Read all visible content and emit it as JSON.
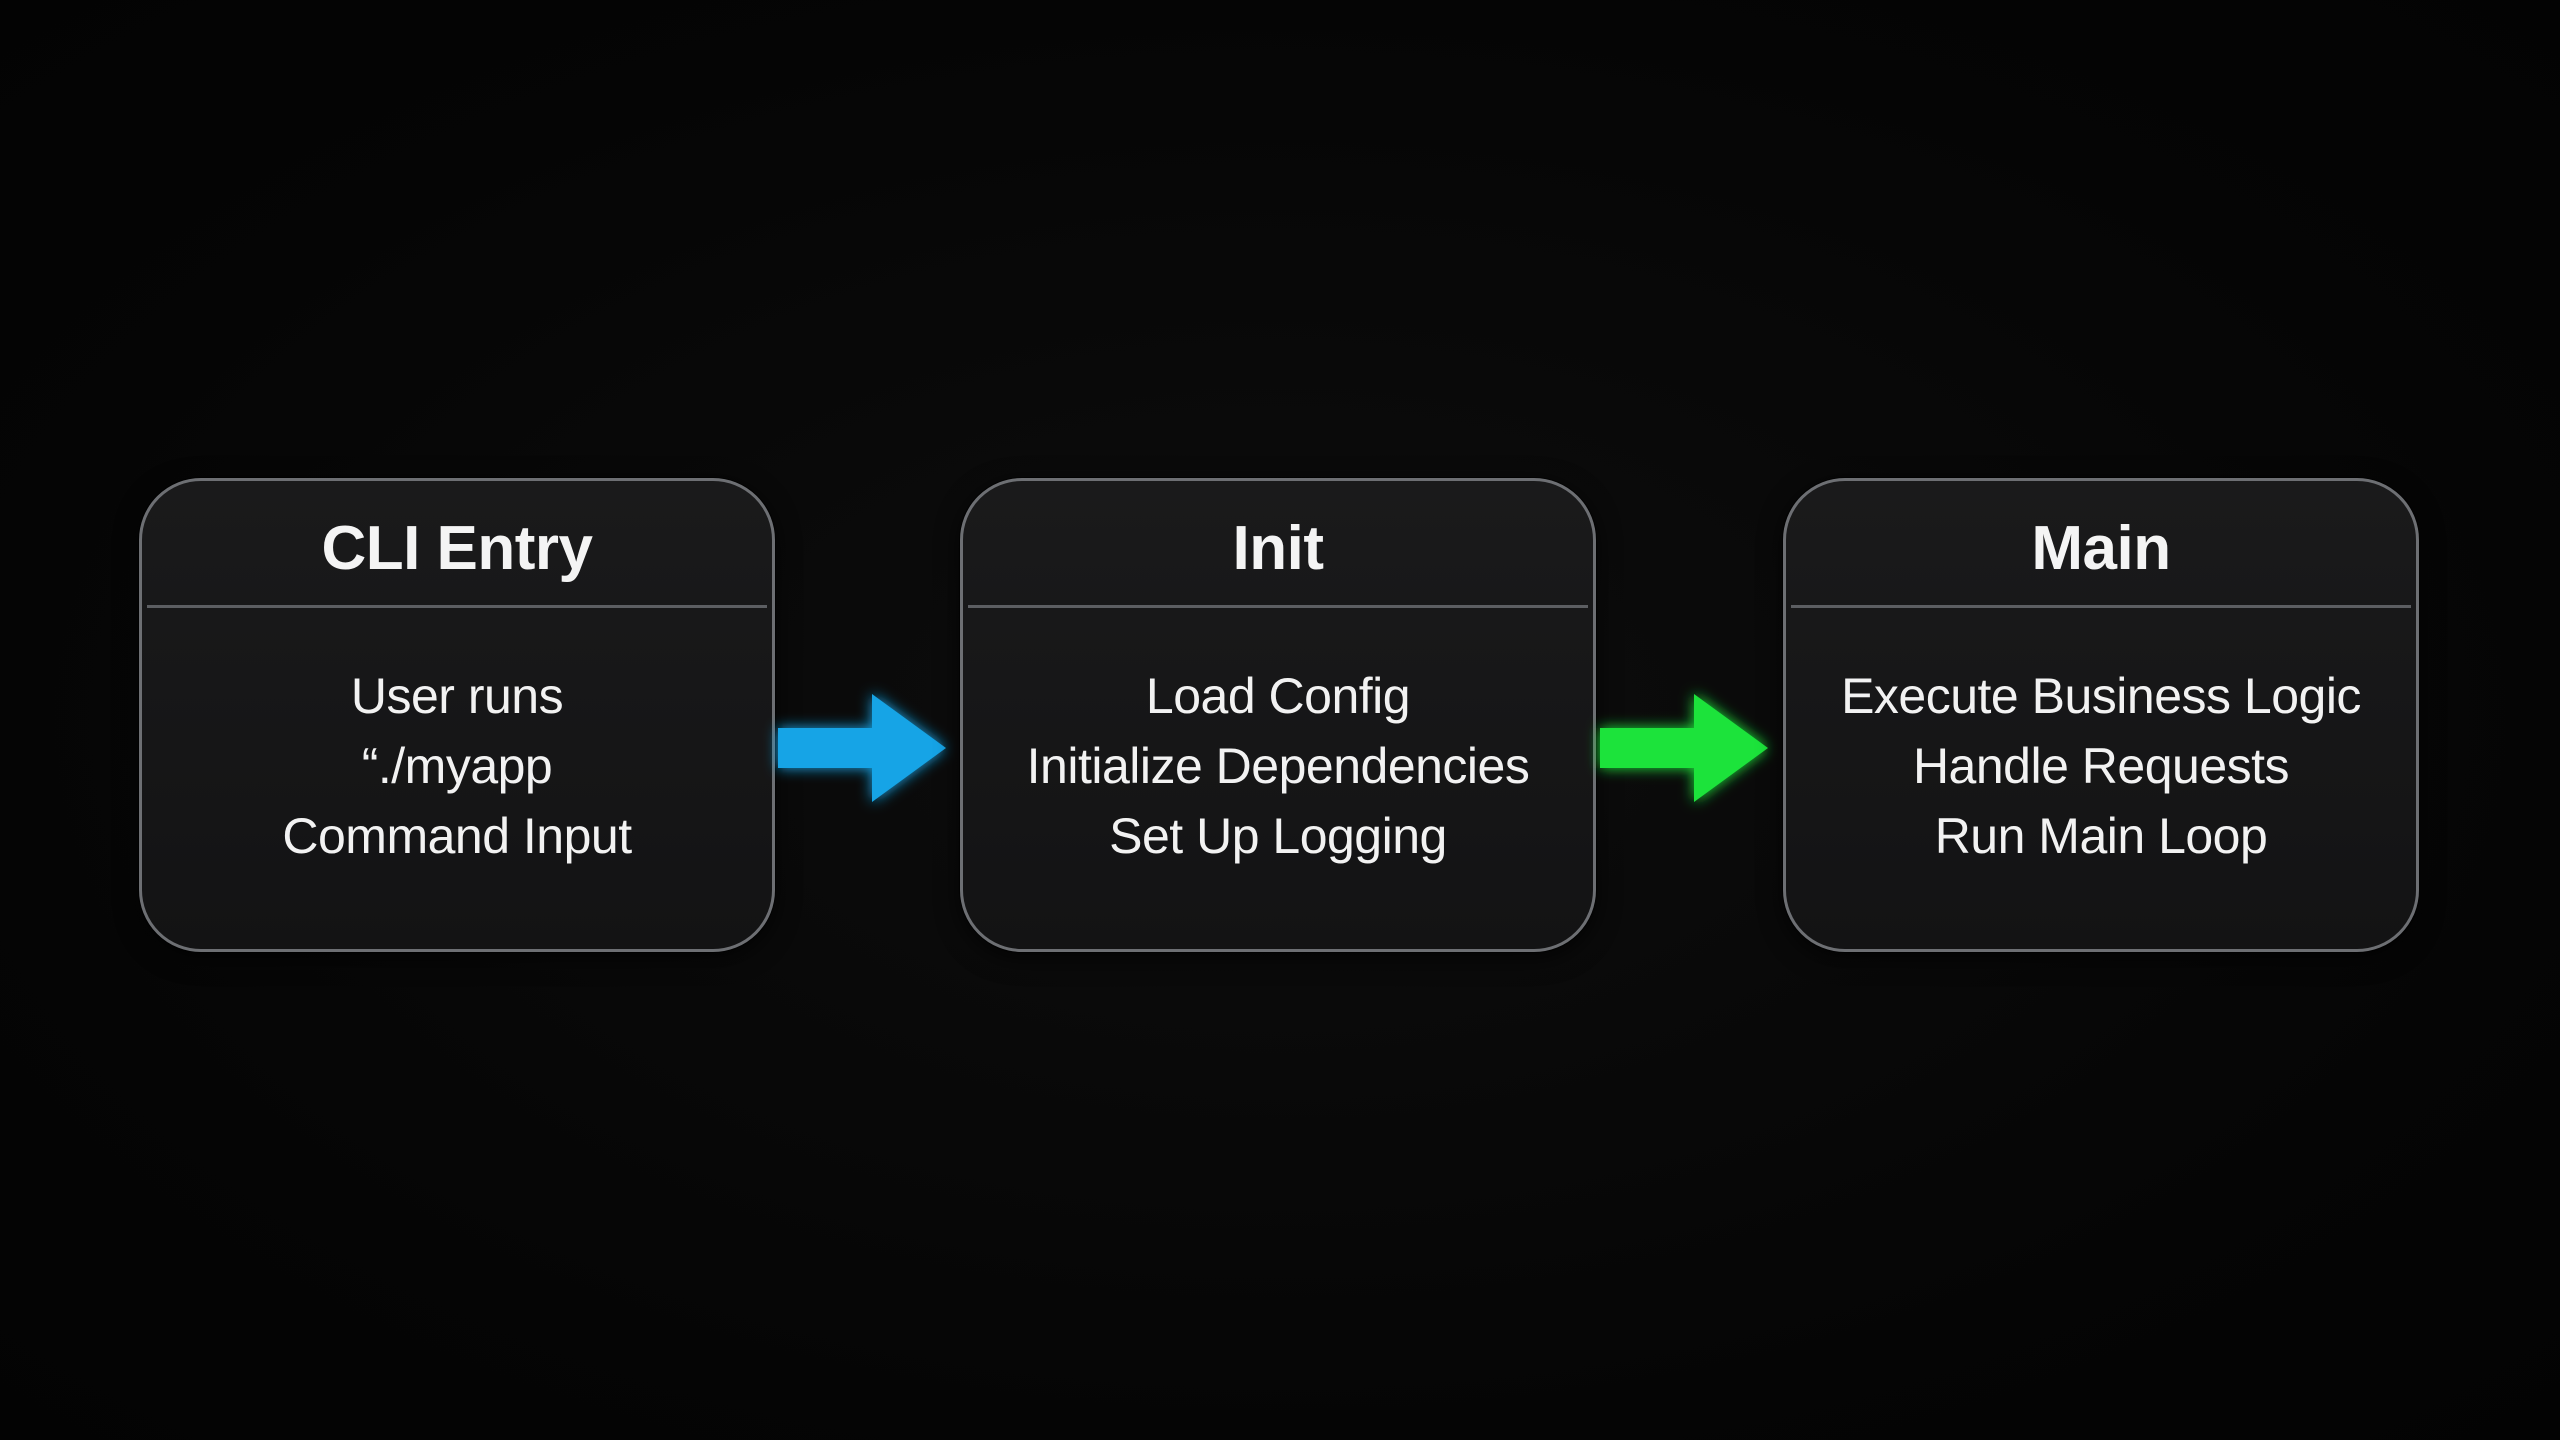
{
  "colors": {
    "background": "#050505",
    "box_fill": "#151516",
    "box_border": "#6d6f73",
    "text": "#f2f2f2",
    "arrow_1": "#19a4e6",
    "arrow_2": "#1fe33a"
  },
  "boxes": [
    {
      "title": "CLI Entry",
      "lines": [
        "User runs",
        "“./myapp",
        "Command Input"
      ]
    },
    {
      "title": "Init",
      "lines": [
        "Load Config",
        "Initialize Dependencies",
        "Set Up Logging"
      ]
    },
    {
      "title": "Main",
      "lines": [
        "Execute Business Logic",
        "Handle Requests",
        "Run Main Loop"
      ]
    }
  ],
  "arrows": [
    {
      "from": "CLI Entry",
      "to": "Init",
      "icon": "arrow-right-icon",
      "color": "#19a4e6"
    },
    {
      "from": "Init",
      "to": "Main",
      "icon": "arrow-right-icon",
      "color": "#1fe33a"
    }
  ]
}
